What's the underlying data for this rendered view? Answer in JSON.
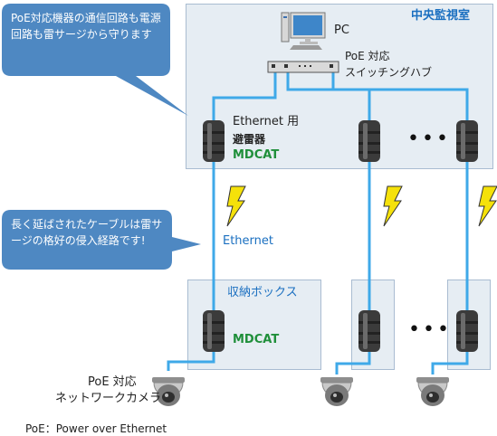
{
  "callout_top": "PoE対応機器の通信回路も電源回路も雷サージから守ります",
  "callout_mid": "長く延ばされたケーブルは雷サージの格好の侵入経路です!",
  "central_room": {
    "title": "中央監視室",
    "pc_label": "PC",
    "switch_label_1": "PoE 対応",
    "switch_label_2": "スイッチングハブ",
    "arrester_label_1": "Ethernet 用",
    "arrester_label_2": "避雷器",
    "arrester_brand": "MDCAT",
    "ellipsis": "•••"
  },
  "cable_label": "Ethernet",
  "storage_box": {
    "title": "収納ボックス",
    "brand": "MDCAT",
    "ellipsis": "•••"
  },
  "camera_label_1": "PoE 対応",
  "camera_label_2": "ネットワークカメラ",
  "footnote": "PoE：Power over Ethernet",
  "colors": {
    "callout": "#4e88c2",
    "cable": "#3fa9e8",
    "lightning": "#f5e10a",
    "panel": "#e6edf3",
    "brand_green": "#1f8f3a",
    "label_blue": "#1a6fc0"
  }
}
